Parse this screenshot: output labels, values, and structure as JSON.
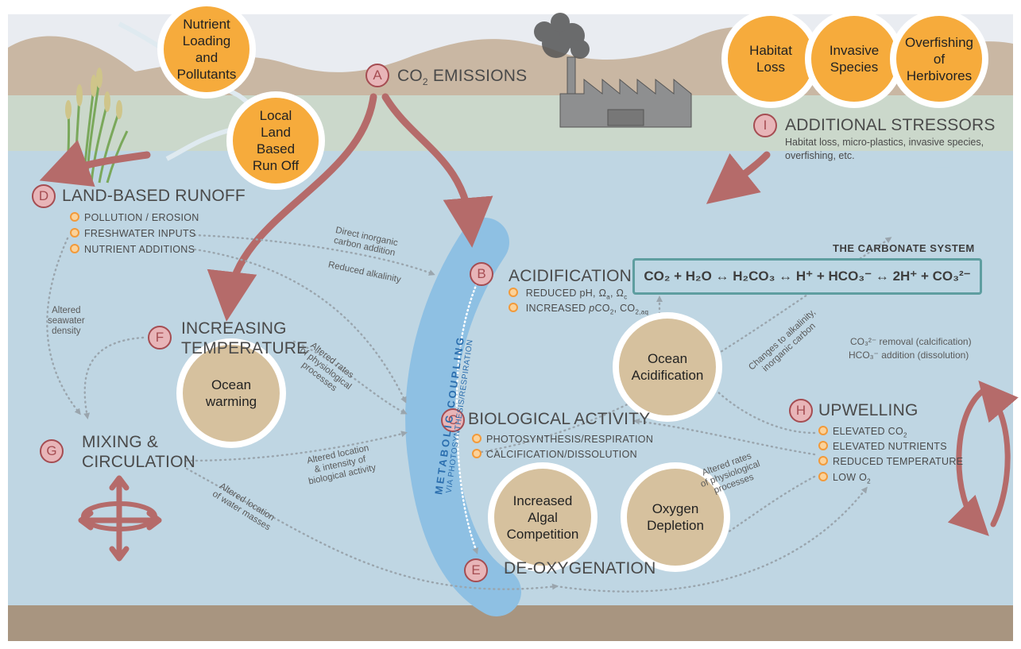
{
  "colors": {
    "sky": "#e9ecf1",
    "hills": "#c9b7a3",
    "land": "#cbd8cb",
    "ocean": "#bfd6e3",
    "seafloor": "#a89580",
    "arrow": "#b56b6a",
    "orange": "#f6ab3c",
    "tan": "#d6c19e",
    "coupling": "#8ec0e3"
  },
  "nodes": {
    "a": {
      "letter": "A",
      "title_main": "CO",
      "title_sub": "2",
      "title_rest": " EMISSIONS"
    },
    "b": {
      "letter": "B",
      "title": "ACIDIFICATION",
      "item1": "REDUCED pH, Ω",
      "item1_sub1": "a",
      "item1_mid": ", Ω",
      "item1_sub2": "c",
      "item2_pre": "INCREASED ",
      "item2_p": "p",
      "item2_co2": "CO",
      "item2_sub": "2",
      "item2_mid": ", CO",
      "item2_sub2": "2,aq"
    },
    "c": {
      "letter": "C",
      "title": "BIOLOGICAL ACTIVITY",
      "items": [
        "PHOTOSYNTHESIS/RESPIRATION",
        "CALCIFICATION/DISSOLUTION"
      ]
    },
    "d": {
      "letter": "D",
      "title": "LAND-BASED RUNOFF",
      "items": [
        "POLLUTION / EROSION",
        "FRESHWATER INPUTS",
        "NUTRIENT ADDITIONS"
      ]
    },
    "e": {
      "letter": "E",
      "title": "DE-OXYGENATION"
    },
    "f": {
      "letter": "F",
      "title_line1": "INCREASING",
      "title_line2": "TEMPERATURE"
    },
    "g": {
      "letter": "G",
      "title_line1": "MIXING &",
      "title_line2": "CIRCULATION"
    },
    "h": {
      "letter": "H",
      "title": "UPWELLING",
      "item1": "ELEVATED CO",
      "item1_sub": "2",
      "item2": "ELEVATED NUTRIENTS",
      "item3": "REDUCED TEMPERATURE",
      "item4": "LOW O",
      "item4_sub": "2"
    },
    "i": {
      "letter": "I",
      "title": "ADDITIONAL STRESSORS",
      "desc_line1": "Habitat loss, micro-plastics, invasive species,",
      "desc_line2": "overfishing, etc."
    }
  },
  "stressor_circles": {
    "nutrient": "Nutrient Loading and Pollutants",
    "runoff": "Local Land Based Run Off",
    "habitat": "Habitat Loss",
    "invasive": "Invasive Species",
    "overfishing": "Overfishing of Herbivores",
    "acidification": "Ocean Acidification",
    "warming": "Ocean warming",
    "algal": "Increased Algal Competition",
    "oxygen": "Oxygen Depletion"
  },
  "carbonate": {
    "title": "THE CARBONATE SYSTEM",
    "equation": "CO₂ + H₂O ↔ H₂CO₃ ↔ H⁺ + HCO₃⁻ ↔ 2H⁺ + CO₃²⁻"
  },
  "coupling": {
    "main": "METABOLIC COUPLING",
    "sub": "VIA PHOTOSYNTHESIS/RESPIRATION"
  },
  "notes": {
    "direct_line1": "Direct inorganic",
    "direct_line2": "carbon addition",
    "alkalinity": "Reduced alkalinity",
    "density_line1": "Altered",
    "density_line2": "seawater",
    "density_line3": "density",
    "rates1_line1": "Altered rates",
    "rates1_line2": "of physiological",
    "rates1_line3": "processes",
    "location_line1": "Altered location",
    "location_line2": "& intensity of",
    "location_line3": "biological activity",
    "masses_line1": "Altered location",
    "masses_line2": "of water masses",
    "changes_line1": "Changes to alkalinity,",
    "changes_line2": "inorganic carbon",
    "co3_removal": "CO₃²⁻ removal (calcification)",
    "hco3_addition": "HCO₃⁻ addition (dissolution)",
    "rates2_line1": "Altered rates",
    "rates2_line2": "of physiological",
    "rates2_line3": "processes"
  }
}
